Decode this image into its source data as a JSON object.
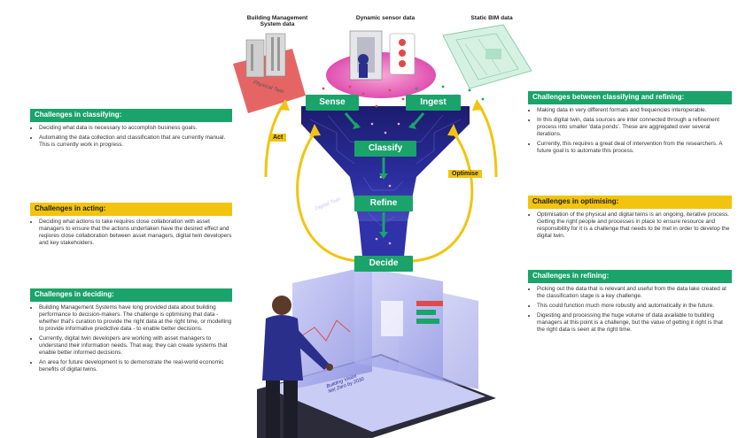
{
  "top_labels": {
    "bms": "Building Management\nSystem data",
    "sensor": "Dynamic sensor data",
    "bim": "Static BIM data"
  },
  "physical_twin_label": "Physical Twin",
  "digital_twin_label": "Digital Twin",
  "screen_caption": "Building Vision\nNet Zero by 2030",
  "stages": {
    "sense": "Sense",
    "ingest": "Ingest",
    "classify": "Classify",
    "refine": "Refine",
    "decide": "Decide"
  },
  "tags": {
    "act": "Act",
    "optimise": "Optimise"
  },
  "panels": {
    "classifying": {
      "title": "Challenges in classifying:",
      "items": [
        "Deciding what data is necessary to accomplish business goals.",
        "Automating the data collection and classification that are currently manual. This is currently work in progress."
      ]
    },
    "acting": {
      "title": "Challenges in acting:",
      "items": [
        "Deciding what actions to take requires close collaboration with asset managers to ensure that the actions undertaken have the desired effect and reqiores close collaboration between asset managers, digital twin developers and key stakeholders."
      ]
    },
    "deciding": {
      "title": "Challenges in deciding:",
      "items": [
        "Building Management Systems have long provided data about building performance to decision-makers. The challenge is optimising that data - whether that's curation to provide the right data at the right time, or modelling to provide informative predictive data - to enable better decisions.",
        "Currently, digital twin developers are working with asset managers to understand their information needs. That way, they can create systems that enable better informed decisions.",
        "An area for future development is to demonstrate the real-world economic benefits of digital twins."
      ]
    },
    "between": {
      "title": "Challenges between classifying and refining:",
      "items": [
        "Making data in very different formats and frequencies interoperable.",
        "In this digital twin, data sources are inter connected through a refinement process into smaller 'data ponds'. These are aggregated over several iterations.",
        "Currently, this requires a great deal of intervention from the researchers. A future goal is to automate this process."
      ]
    },
    "optimising": {
      "title": "Challenges in optimising:",
      "items": [
        "Optimisation of the physical and digital twins is an ongoing, iterative process. Getting the right people and processes in place to ensure resource and responsibility for it is a challenge that needs to be met in order to develop the digital twin."
      ]
    },
    "refining": {
      "title": "Challenges in refining:",
      "items": [
        "Picking out the data that is relevant and useful from the data lake created at the classification stage is a key challenge.",
        "This could function much more robustly and automatically in the future.",
        "Digesting and processing the huge volume of data available to building managers at this point is a challenge, but the value of getting it right is that the right data is seen at the right time."
      ]
    }
  },
  "colors": {
    "green": "#1aa36a",
    "yellow": "#f2c410",
    "navy": "#23237a",
    "red": "#d9232d"
  }
}
